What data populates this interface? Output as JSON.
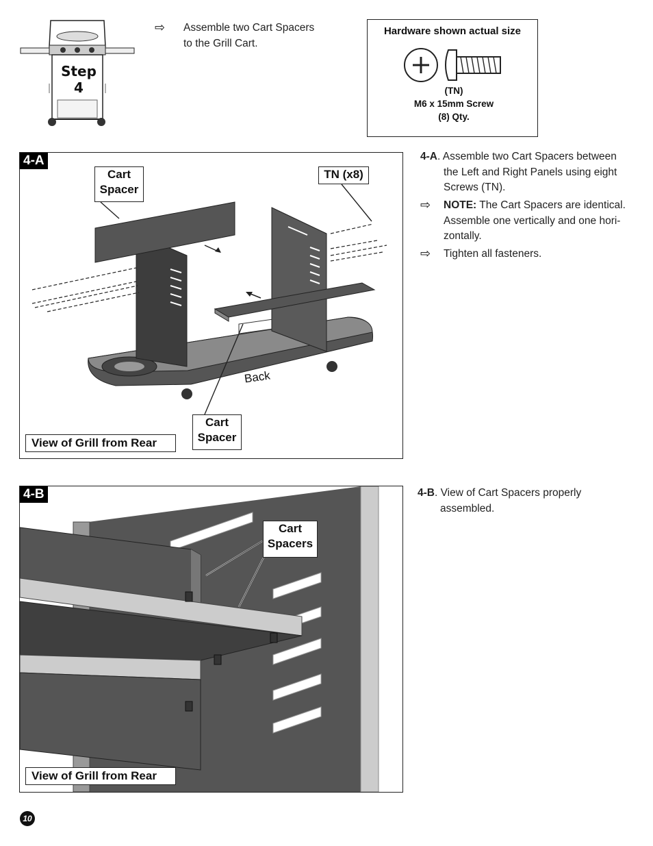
{
  "step": {
    "label": "Step",
    "number": "4"
  },
  "intro": {
    "line1": "Assemble two Cart Spacers",
    "line2": "to the Grill Cart."
  },
  "hardware": {
    "title": "Hardware shown actual size",
    "code": "(TN)",
    "name": "M6 x 15mm Screw",
    "qty": "(8) Qty."
  },
  "panel_a": {
    "tag": "4-A",
    "callout_top": {
      "line1": "Cart",
      "line2": "Spacer"
    },
    "callout_tn": "TN (x8)",
    "callout_bottom": {
      "line1": "Cart",
      "line2": "Spacer"
    },
    "back_label": "Back",
    "caption": "View of Grill from Rear"
  },
  "panel_b": {
    "tag": "4-B",
    "callout": {
      "line1": "Cart",
      "line2": "Spacers"
    },
    "caption": "View of Grill from Rear"
  },
  "instructions_a": {
    "ref": "4-A",
    "line1": ". Assemble two Cart Spacers between",
    "line2": "the Left and Right Panels using eight",
    "line3": "Screws (TN).",
    "note_label": "NOTE:",
    "note_line1": " The Cart Spacers are identical.",
    "note_line2": "Assemble one vertically and one hori-",
    "note_line3": "zontally.",
    "tighten": "Tighten all fasteners."
  },
  "instructions_b": {
    "ref": "4-B",
    "line1": ". View of Cart Spacers properly",
    "line2": "assembled."
  },
  "page_number": "10"
}
